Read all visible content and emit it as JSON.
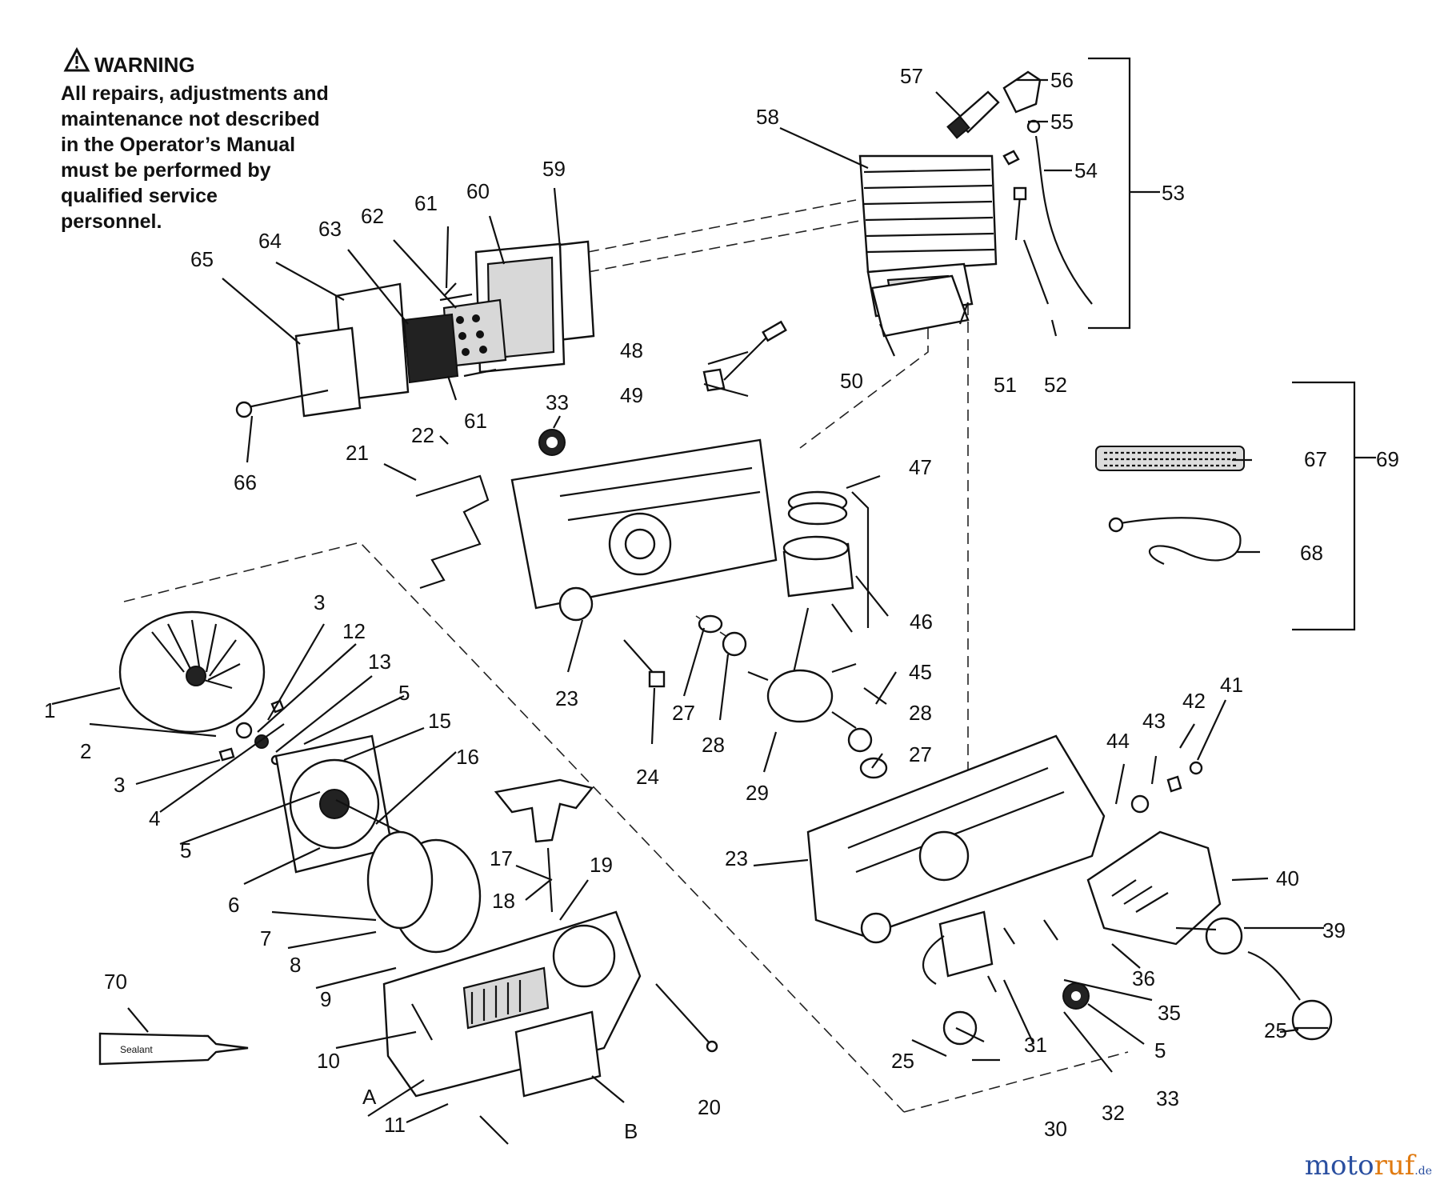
{
  "warning": {
    "heading": "WARNING",
    "lines": [
      "All repairs, adjustments and",
      "maintenance not described",
      "in the Operator’s Manual",
      "must be performed by",
      "qualified service",
      "personnel."
    ]
  },
  "sealant_label": "Sealant",
  "watermark": {
    "part1": "moto",
    "part2": "ruf",
    "suffix": ".de"
  },
  "callouts": {
    "c1": "1",
    "c2": "2",
    "c3a": "3",
    "c3b": "3",
    "c4": "4",
    "c5a": "5",
    "c5b": "5",
    "c5c": "5",
    "c6": "6",
    "c7": "7",
    "c8": "8",
    "c9": "9",
    "c10": "10",
    "c11": "11",
    "c12": "12",
    "c13": "13",
    "c15": "15",
    "c16": "16",
    "c17": "17",
    "c18": "18",
    "c19": "19",
    "c20": "20",
    "c21": "21",
    "c22": "22",
    "c23a": "23",
    "c23b": "23",
    "c24": "24",
    "c25a": "25",
    "c25b": "25",
    "c27a": "27",
    "c27b": "27",
    "c28a": "28",
    "c28b": "28",
    "c29": "29",
    "c30": "30",
    "c31": "31",
    "c32": "32",
    "c33a": "33",
    "c33b": "33",
    "c35": "35",
    "c36": "36",
    "c39": "39",
    "c40": "40",
    "c41": "41",
    "c42": "42",
    "c43": "43",
    "c44": "44",
    "c45": "45",
    "c46": "46",
    "c47": "47",
    "c48": "48",
    "c49": "49",
    "c50": "50",
    "c51": "51",
    "c52": "52",
    "c53": "53",
    "c54": "54",
    "c55": "55",
    "c56": "56",
    "c57": "57",
    "c58": "58",
    "c59": "59",
    "c60": "60",
    "c61a": "61",
    "c61b": "61",
    "c62": "62",
    "c63": "63",
    "c64": "64",
    "c65": "65",
    "c66": "66",
    "c67": "67",
    "c68": "68",
    "c69": "69",
    "c70": "70",
    "cA": "A",
    "cB": "B"
  }
}
